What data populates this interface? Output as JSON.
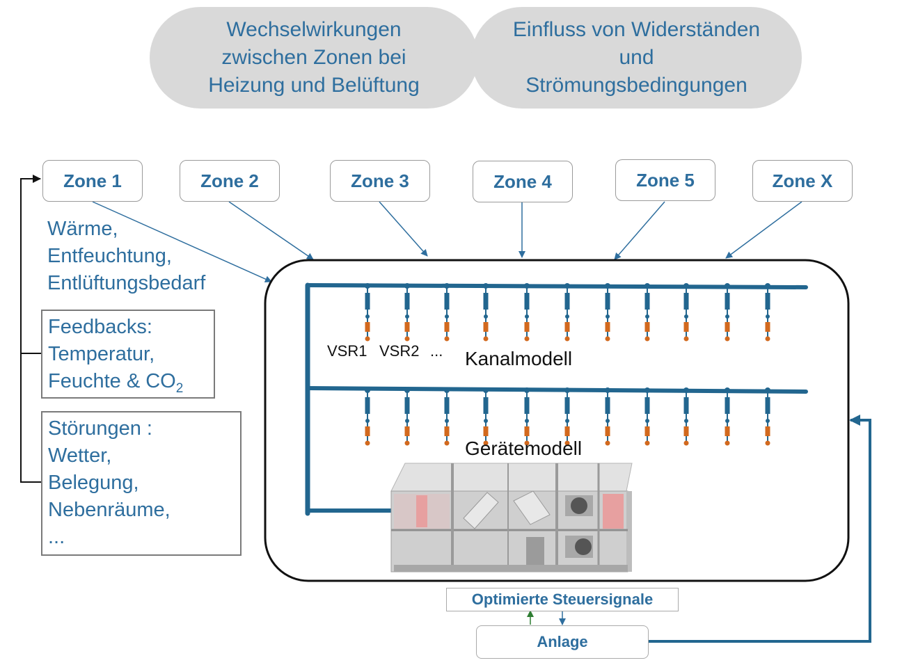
{
  "header": {
    "bubbles": [
      {
        "lines": [
          "Wechselwirkungen",
          "zwischen Zonen bei",
          "Heizung und Belüftung"
        ]
      },
      {
        "lines": [
          "Einfluss von Widerständen",
          "und",
          "Strömungsbedingungen"
        ]
      }
    ]
  },
  "zones": [
    "Zone 1",
    "Zone 2",
    "Zone 3",
    "Zone 4",
    "Zone 5",
    "Zone X"
  ],
  "demand": {
    "lines": [
      "Wärme,",
      "Entfeuchtung,",
      "Entlüftungsbedarf"
    ]
  },
  "feedbacks": {
    "lines": [
      "Feedbacks:",
      "Temperatur,"
    ],
    "last_prefix": "Feuchte & CO",
    "last_sub": "2"
  },
  "disturbances": {
    "lines": [
      "Störungen :",
      "Wetter,",
      "Belegung,",
      "Nebenräume,",
      "..."
    ]
  },
  "model": {
    "vsr_labels": [
      "VSR1",
      "VSR2",
      "..."
    ],
    "duct_label": "Kanalmodell",
    "device_label": "Gerätemodell"
  },
  "control": {
    "signals_label": "Optimierte Steuersignale",
    "plant_label": "Anlage"
  },
  "colors": {
    "text_blue": "#2e6e9e",
    "duct_blue": "#22668f",
    "damper_orange": "#d2691e",
    "arrow_green": "#2e7d32"
  }
}
